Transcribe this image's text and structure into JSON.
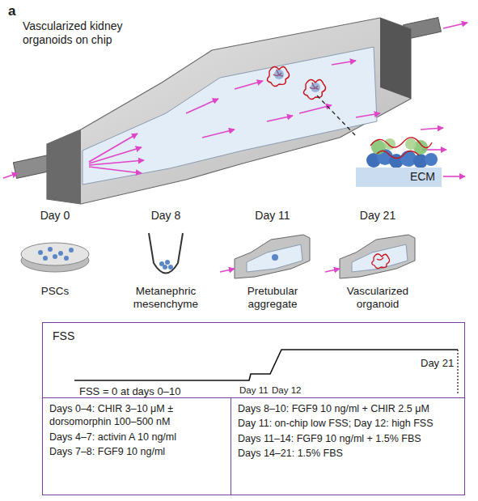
{
  "diagram": {
    "nodes": [
      {
        "text": [
          "ECM"
        ]
      },
      {
        "text": [
          "FSS"
        ]
      },
      {
        "text": [
          "Days 0–4: CHIR 3–10 μM ± dorsomorphin 100–500 nM",
          "Days 4–7: activin A 10 ng/ml",
          "Days 7–8: FGF9 10 ng/ml"
        ],
        "in": 1
      },
      {
        "text": [
          "Days 8–10: FGF9 10 ng/ml + CHIR 2.5 μM",
          "Day 11: on-chip low FSS; Day 12: high FSS",
          "Days 11–14: FGF9 10 ng/ml + 1.5% FBS",
          "Days 14–21: 1.5% FBS"
        ],
        "in": 1
      }
    ],
    "labels": [
      "a",
      "Vascularized kidney organoids on chip",
      "Day 0",
      "Day 8",
      "Day 11",
      "Day 21",
      "PSCs",
      "Metanephric mesenchyme",
      "Pretubular aggregate",
      "Vascularized organoid",
      "FSS = 0 at days 0–10",
      "Day 11",
      "Day 12",
      "Day 21"
    ]
  }
}
